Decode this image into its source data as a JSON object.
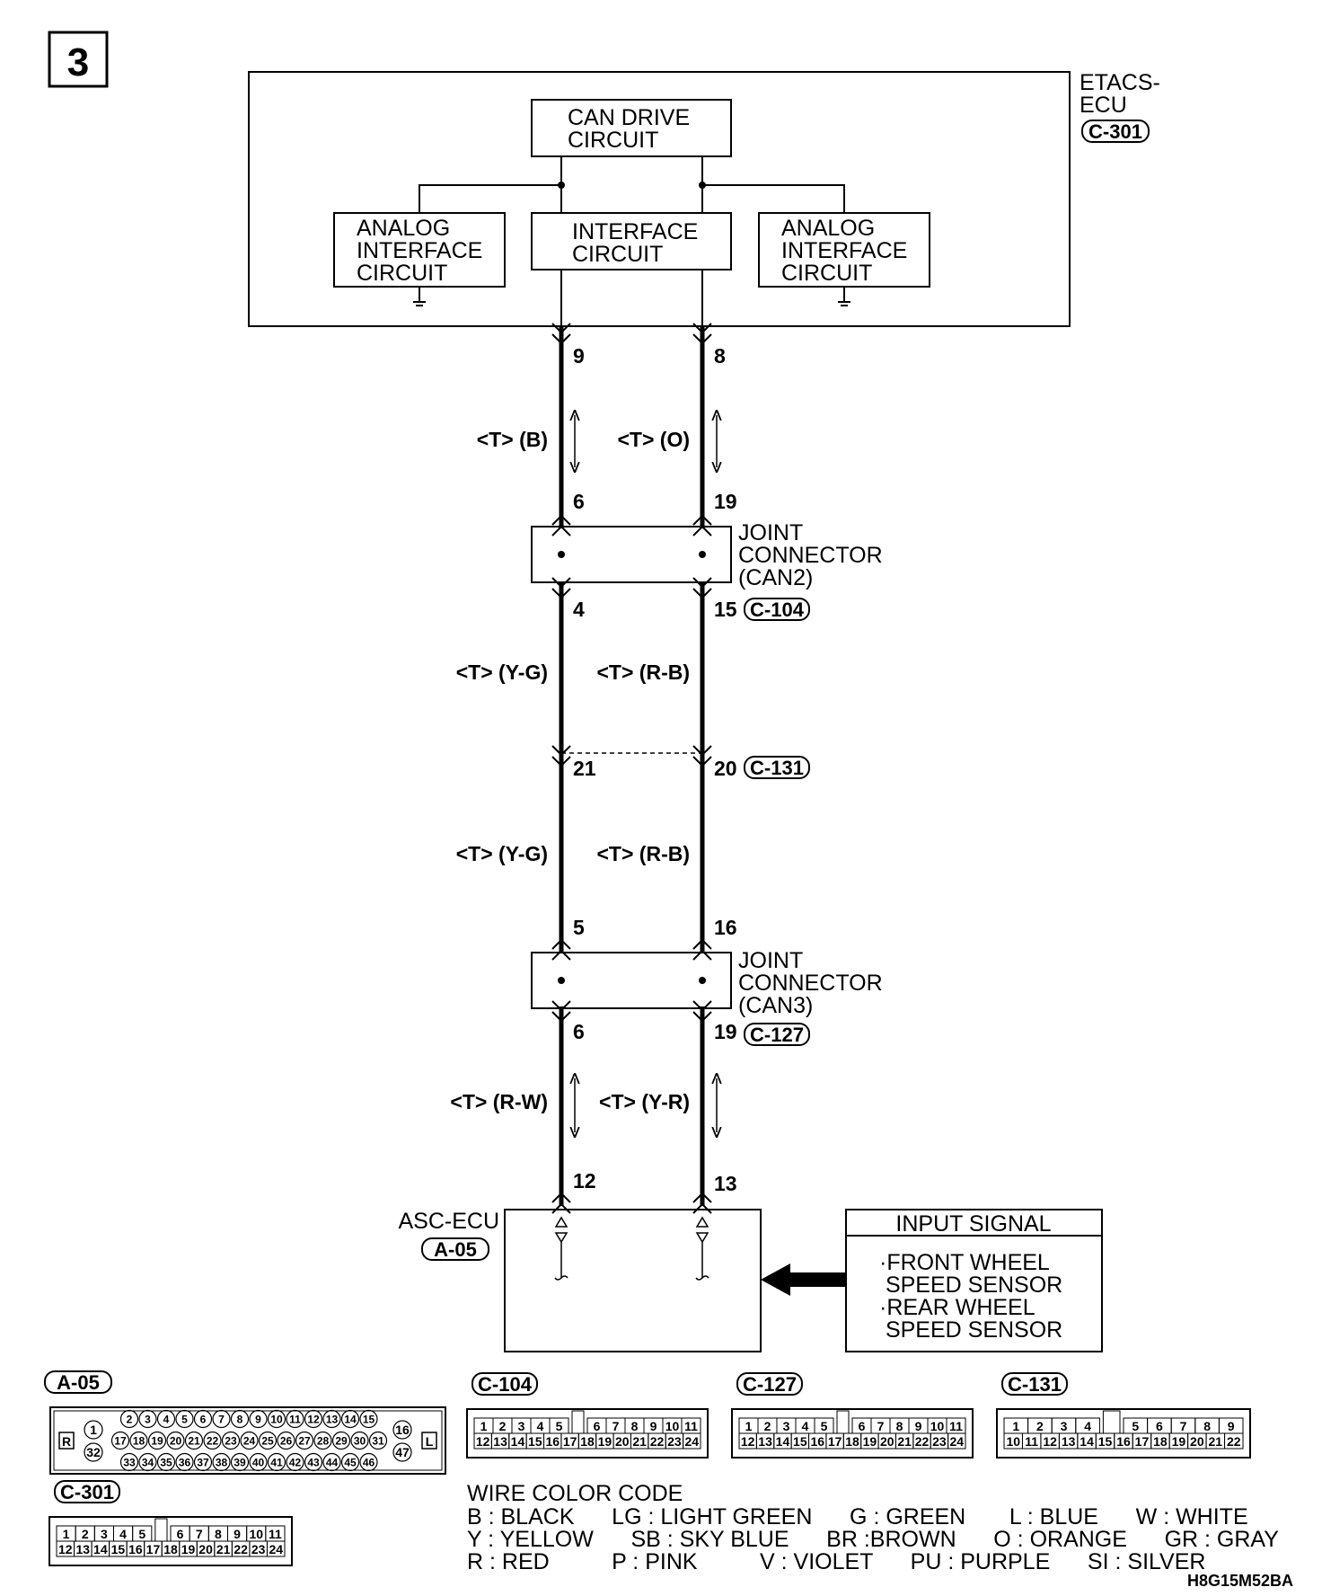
{
  "page_number": "3",
  "etacs": {
    "name": "ETACS-\nECU",
    "connector": "C-301",
    "can_drive": "CAN DRIVE\nCIRCUIT",
    "interface": "INTERFACE\nCIRCUIT",
    "analog_left": "ANALOG\nINTERFACE\nCIRCUIT",
    "analog_right": "ANALOG\nINTERFACE\nCIRCUIT"
  },
  "pins": {
    "etacs_left": "9",
    "etacs_right": "8",
    "j2_top_left": "6",
    "j2_top_right": "19",
    "j2_bot_left": "4",
    "j2_bot_right": "15",
    "c131_left": "21",
    "c131_right": "20",
    "j3_top_left": "5",
    "j3_top_right": "16",
    "j3_bot_left": "6",
    "j3_bot_right": "19",
    "asc_left": "12",
    "asc_right": "13"
  },
  "wires": {
    "s1_left": "<T> (B)",
    "s1_right": "<T> (O)",
    "s2_left": "<T> (Y-G)",
    "s2_right": "<T> (R-B)",
    "s3_left": "<T> (Y-G)",
    "s3_right": "<T> (R-B)",
    "s4_left": "<T> (R-W)",
    "s4_right": "<T> (Y-R)"
  },
  "joint2": {
    "label": "JOINT\nCONNECTOR\n(CAN2)",
    "connector": "C-104"
  },
  "joint3": {
    "label": "JOINT\nCONNECTOR\n(CAN3)",
    "connector": "C-127"
  },
  "inline_connector": "C-131",
  "asc": {
    "name": "ASC-ECU",
    "connector": "A-05"
  },
  "input_signal": {
    "title": "INPUT SIGNAL",
    "items": [
      "·FRONT WHEEL\n SPEED SENSOR",
      "·REAR WHEEL\n SPEED SENSOR"
    ]
  },
  "connector_views": {
    "a05": {
      "title": "A-05",
      "left": "R",
      "right": "L",
      "left_pins": [
        "1",
        "32"
      ],
      "right_pins": [
        "16",
        "47"
      ],
      "row1": [
        "2",
        "3",
        "4",
        "5",
        "6",
        "7",
        "8",
        "9",
        "10",
        "11",
        "12",
        "13",
        "14",
        "15"
      ],
      "row2": [
        "17",
        "18",
        "19",
        "20",
        "21",
        "22",
        "23",
        "24",
        "25",
        "26",
        "27",
        "28",
        "29",
        "30",
        "31"
      ],
      "row3": [
        "33",
        "34",
        "35",
        "36",
        "37",
        "38",
        "39",
        "40",
        "41",
        "42",
        "43",
        "44",
        "45",
        "46"
      ]
    },
    "c104": {
      "title": "C-104",
      "row1": [
        "1",
        "2",
        "3",
        "4",
        "5",
        "",
        "6",
        "7",
        "8",
        "9",
        "10",
        "11"
      ],
      "row2": [
        "12",
        "13",
        "14",
        "15",
        "16",
        "17",
        "18",
        "19",
        "20",
        "21",
        "22",
        "23",
        "24"
      ]
    },
    "c127": {
      "title": "C-127",
      "row1": [
        "1",
        "2",
        "3",
        "4",
        "5",
        "",
        "6",
        "7",
        "8",
        "9",
        "10",
        "11"
      ],
      "row2": [
        "12",
        "13",
        "14",
        "15",
        "16",
        "17",
        "18",
        "19",
        "20",
        "21",
        "22",
        "23",
        "24"
      ]
    },
    "c131": {
      "title": "C-131",
      "row1": [
        "1",
        "2",
        "3",
        "4",
        "",
        "5",
        "6",
        "7",
        "8",
        "9"
      ],
      "row2": [
        "10",
        "11",
        "12",
        "13",
        "14",
        "15",
        "16",
        "17",
        "18",
        "19",
        "20",
        "21",
        "22"
      ]
    },
    "c301": {
      "title": "C-301",
      "row1": [
        "1",
        "2",
        "3",
        "4",
        "5",
        "",
        "6",
        "7",
        "8",
        "9",
        "10",
        "11"
      ],
      "row2": [
        "12",
        "13",
        "14",
        "15",
        "16",
        "17",
        "18",
        "19",
        "20",
        "21",
        "22",
        "23",
        "24"
      ]
    }
  },
  "legend": {
    "title": "WIRE COLOR CODE",
    "lines": [
      "B : BLACK      LG : LIGHT GREEN      G : GREEN       L : BLUE      W : WHITE",
      "Y : YELLOW      SB : SKY BLUE      BR :BROWN      O : ORANGE      GR : GRAY",
      "R : RED          P : PINK          V : VIOLET      PU : PURPLE      SI : SILVER"
    ]
  },
  "figure_code": "H8G15M52BA"
}
